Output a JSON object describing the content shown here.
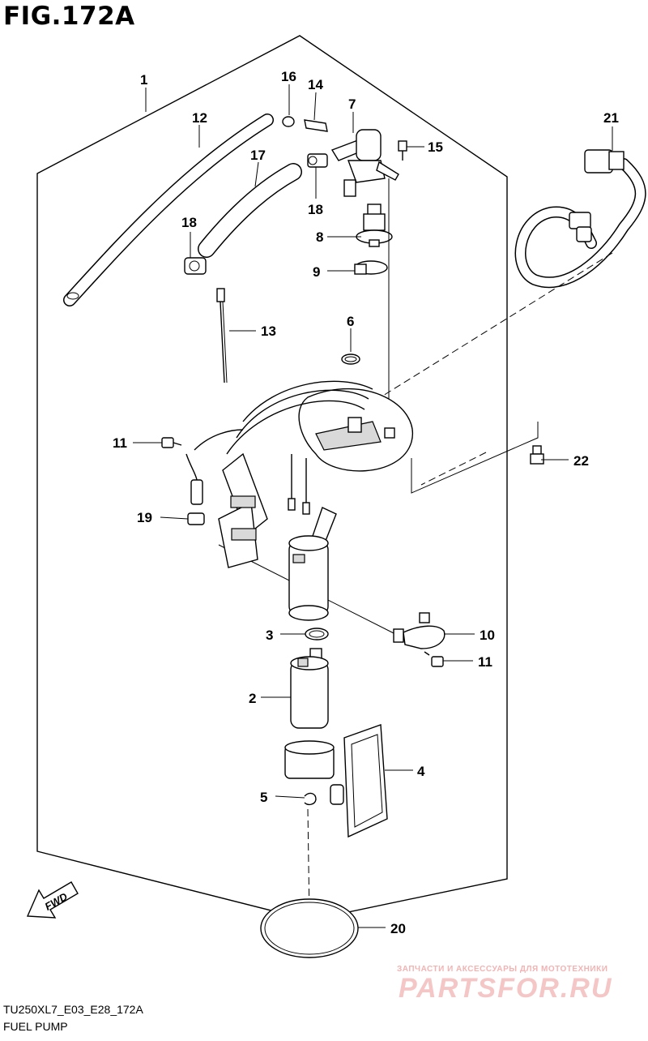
{
  "figure": {
    "title": "FIG.172A",
    "code": "TU250XL7_E03_E28_172A",
    "name": "FUEL PUMP",
    "fwd_label": "FWD"
  },
  "callouts": [
    "1",
    "2",
    "3",
    "4",
    "5",
    "6",
    "7",
    "8",
    "9",
    "10",
    "11",
    "11",
    "12",
    "13",
    "14",
    "15",
    "16",
    "17",
    "18",
    "18",
    "19",
    "20",
    "21",
    "22"
  ],
  "watermark": {
    "small": "ЗАПЧАСТИ И АКСЕССУАРЫ ДЛЯ МОТОТЕХНИКИ",
    "large": "PARTSFOR.RU"
  }
}
